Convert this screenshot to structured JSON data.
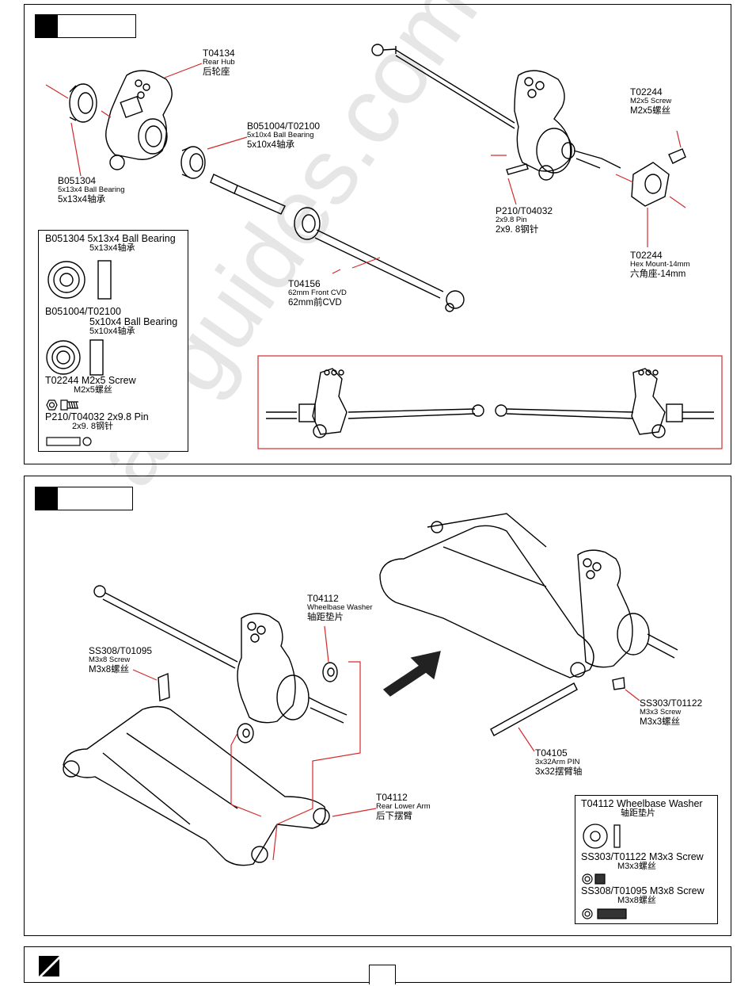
{
  "step1": {
    "labels": {
      "rear_hub": {
        "code": "T04134",
        "en": "Rear Hub",
        "zh": "后轮座"
      },
      "bearing_5x10": {
        "code": "B051004/T02100",
        "en": "5x10x4 Ball Bearing",
        "zh": "5x10x4轴承"
      },
      "bearing_5x13": {
        "code": "B051304",
        "en": "5x13x4 Ball Bearing",
        "zh": "5x13x4轴承"
      },
      "cvd": {
        "code": "T04156",
        "en": "62mm Front CVD",
        "zh": "62mm前CVD"
      },
      "screw_m2": {
        "code": "T02244",
        "en": "M2x5 Screw",
        "zh": "M2x5螺丝"
      },
      "pin": {
        "code": "P210/T04032",
        "en": "2x9.8 Pin",
        "zh": "2x9. 8钢针"
      },
      "hex": {
        "code": "T02244",
        "en": "Hex Mount-14mm",
        "zh": "六角座-14mm"
      }
    },
    "legend": [
      {
        "title": "B051304 5x13x4 Ball Bearing",
        "zh": "5x13x4轴承"
      },
      {
        "title": "B051004/T02100",
        "sub": "5x10x4 Ball Bearing",
        "zh": "5x10x4轴承"
      },
      {
        "title": "T02244 M2x5 Screw",
        "zh": "M2x5螺丝"
      },
      {
        "title": "P210/T04032 2x9.8 Pin",
        "zh": "2x9. 8钢针"
      }
    ]
  },
  "step2": {
    "labels": {
      "washer": {
        "code": "T04112",
        "en": "Wheelbase Washer",
        "zh": "轴距垫片"
      },
      "screw_m3x8": {
        "code": "SS308/T01095",
        "en": "M3x8 Screw",
        "zh": "M3x8螺丝"
      },
      "lower_arm": {
        "code": "T04112",
        "en": "Rear Lower Arm",
        "zh": "后下摆臂"
      },
      "screw_m3x3": {
        "code": "SS303/T01122",
        "en": "M3x3 Screw",
        "zh": "M3x3螺丝"
      },
      "arm_pin": {
        "code": "T04105",
        "en": "3x32Arm PIN",
        "zh": "3x32摆臂轴"
      }
    },
    "legend": [
      {
        "title": "T04112 Wheelbase Washer",
        "zh": "轴距垫片"
      },
      {
        "title": "SS303/T01122 M3x3 Screw",
        "zh": "M3x3螺丝"
      },
      {
        "title": "SS308/T01095 M3x8 Screw",
        "zh": "M3x8螺丝"
      }
    ]
  },
  "watermark": "ar-guides.com",
  "colors": {
    "accent_red": "#d42a2a",
    "ink": "#000000"
  }
}
